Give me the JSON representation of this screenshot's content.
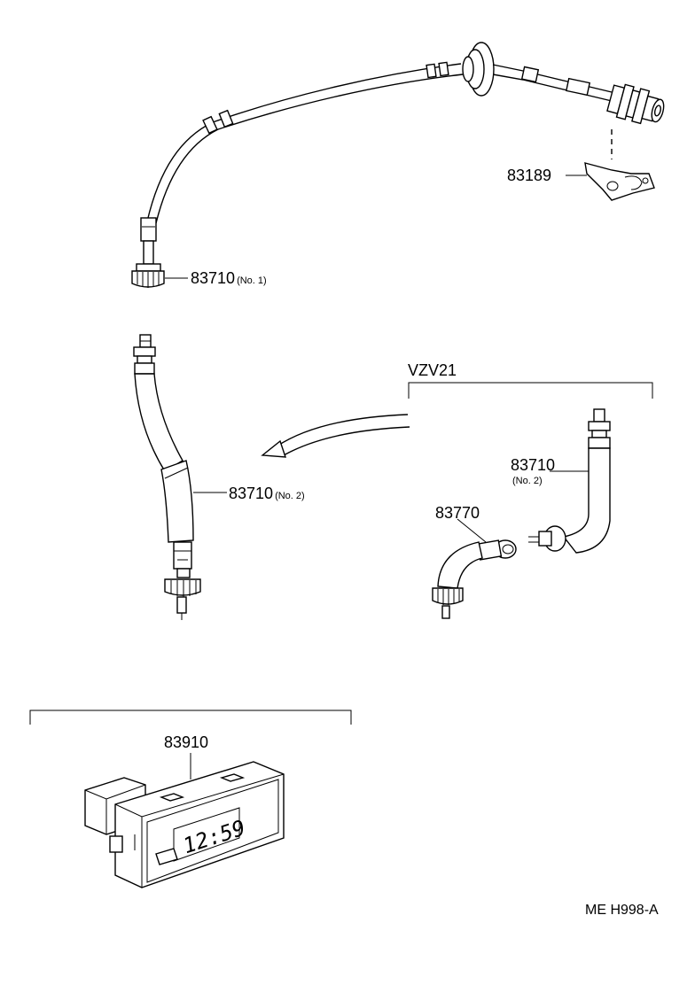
{
  "parts": {
    "clamp": "83189",
    "cable_no1": {
      "number": "83710",
      "suffix": "(No. 1)"
    },
    "cable_no2": {
      "number": "83710",
      "suffix": "(No. 2)"
    },
    "cable_no2_vzv21": {
      "number": "83710",
      "suffix": "(No. 2)"
    },
    "cable_sub": "83770",
    "clock": "83910"
  },
  "variant_label": "VZV21",
  "clock_display": "12:59",
  "diagram_code": "ME H998-A"
}
